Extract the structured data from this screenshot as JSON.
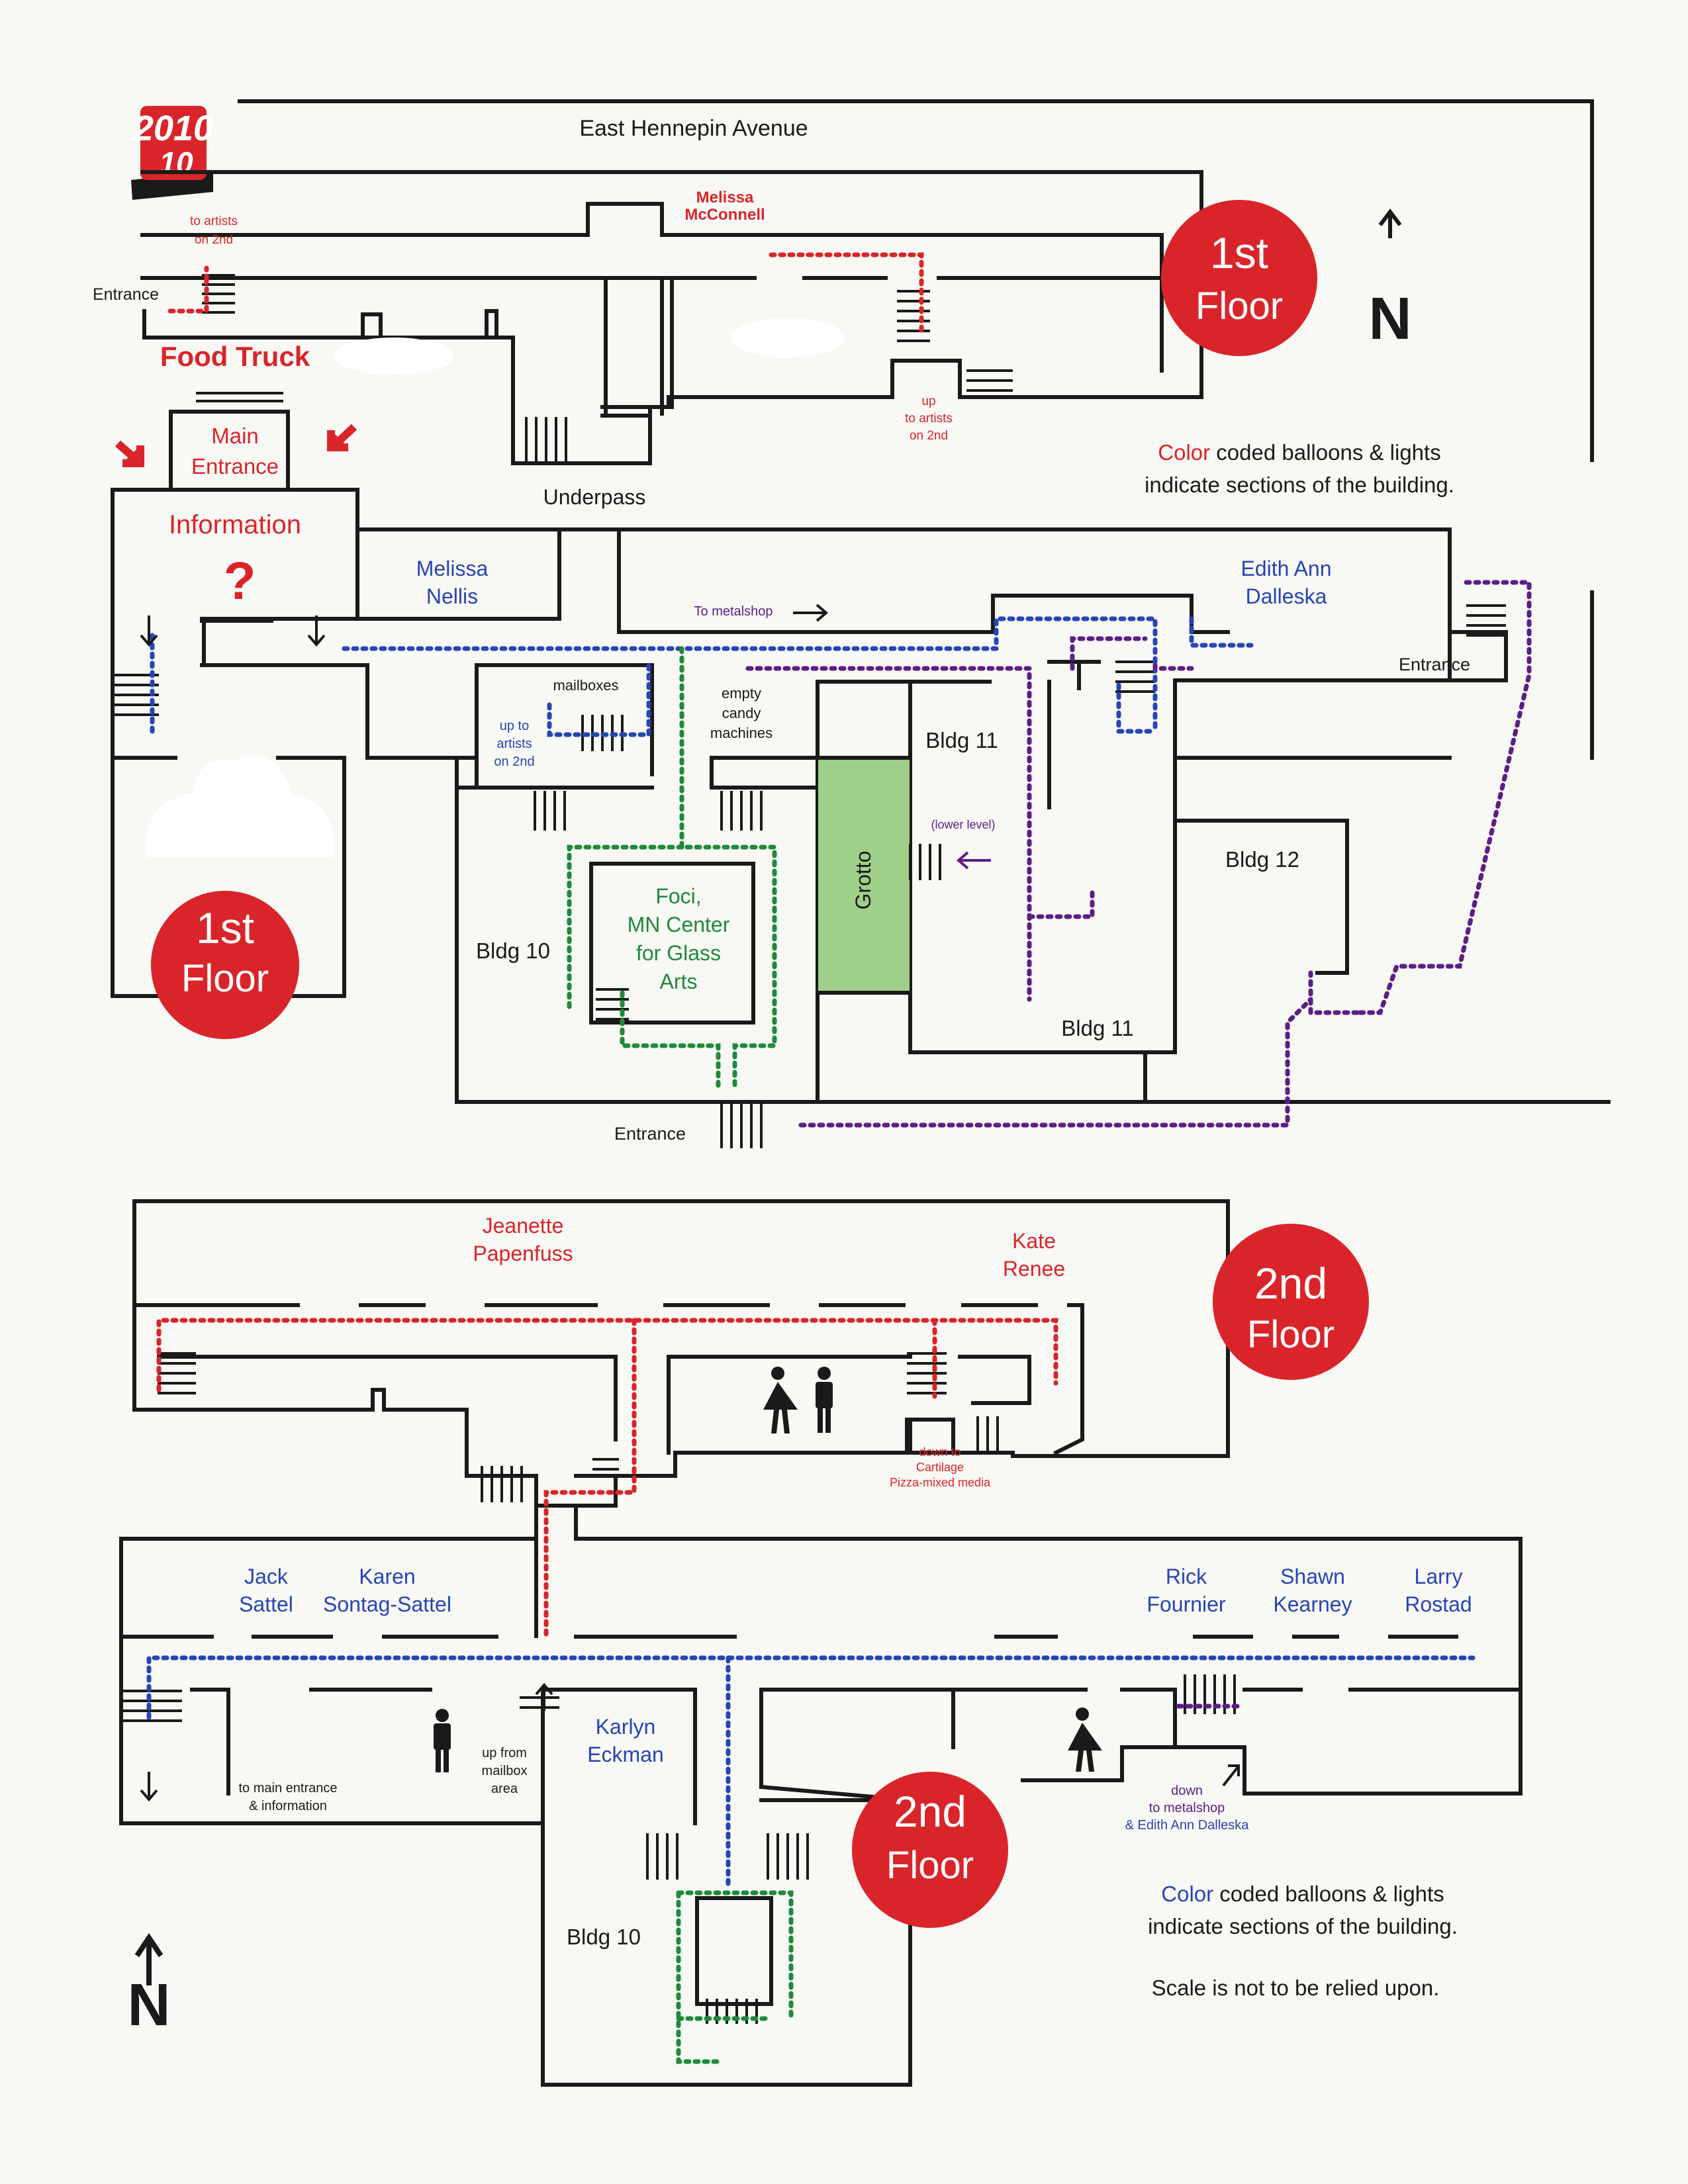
{
  "logo": {
    "text": "2010"
  },
  "colors": {
    "red": "#d9252a",
    "blue": "#2745b4",
    "green": "#1f8a3a",
    "purple": "#5b1f85",
    "grotto": "#9fd08a"
  },
  "first_floor": {
    "street": "East Hennepin Avenue",
    "badge": [
      "1st",
      "Floor"
    ],
    "north": "N",
    "artist_melissa_m": [
      "Melissa",
      "McConnell"
    ],
    "to_artists_on_2nd": [
      "to artists",
      "on 2nd"
    ],
    "entrance_west": "Entrance",
    "food_truck": "Food Truck",
    "main_entrance": [
      "Main",
      "Entrance"
    ],
    "up_to_artists": [
      "up",
      "to artists",
      "on 2nd"
    ],
    "color_note_word": "Color",
    "color_note_rest": " coded balloons & lights",
    "color_note_line2": "indicate sections of the building.",
    "underpass": "Underpass",
    "information": "Information",
    "question_mark": "?",
    "artist_melissa_n": [
      "Melissa",
      "Nellis"
    ],
    "to_metalshop": "To metalshop",
    "artist_edith": [
      "Edith Ann",
      "Dalleska"
    ],
    "entrance_east": "Entrance",
    "mailboxes": "mailboxes",
    "up_to_artists_blue": [
      "up to",
      "artists",
      "on 2nd"
    ],
    "candy": [
      "empty",
      "candy",
      "machines"
    ],
    "bldg11_top": "Bldg 11",
    "bldg11_bottom": "Bldg 11",
    "bldg12": "Bldg 12",
    "bldg10": "Bldg 10",
    "grotto": "Grotto",
    "lower_level": "(lower level)",
    "foci": [
      "Foci,",
      "MN Center",
      "for Glass",
      "Arts"
    ],
    "entrance_south": "Entrance"
  },
  "second_floor": {
    "badge_top": [
      "2nd",
      "Floor"
    ],
    "badge_bottom": [
      "2nd",
      "Floor"
    ],
    "artist_jeanette": [
      "Jeanette",
      "Papenfuss"
    ],
    "artist_kate": [
      "Kate",
      "Renee"
    ],
    "down_to_cartilage": [
      "down to",
      "Cartilage",
      "Pizza-mixed media"
    ],
    "artist_jack": [
      "Jack",
      "Sattel"
    ],
    "artist_karen": [
      "Karen",
      "Sontag-Sattel"
    ],
    "artist_rick": [
      "Rick",
      "Fournier"
    ],
    "artist_shawn": [
      "Shawn",
      "Kearney"
    ],
    "artist_larry": [
      "Larry",
      "Rostad"
    ],
    "artist_karlyn": [
      "Karlyn",
      "Eckman"
    ],
    "to_main_entrance": [
      "to main entrance",
      "& information"
    ],
    "up_from_mailbox": [
      "up from",
      "mailbox",
      "area"
    ],
    "down_to_metalshop": [
      "down",
      "to metalshop",
      "& Edith Ann Dalleska"
    ],
    "bldg10": "Bldg 10",
    "north": "N",
    "color_note_word": "Color",
    "color_note_rest": " coded balloons & lights",
    "color_note_line2": "indicate sections of the building.",
    "scale_note": "Scale is not to be relied upon."
  }
}
